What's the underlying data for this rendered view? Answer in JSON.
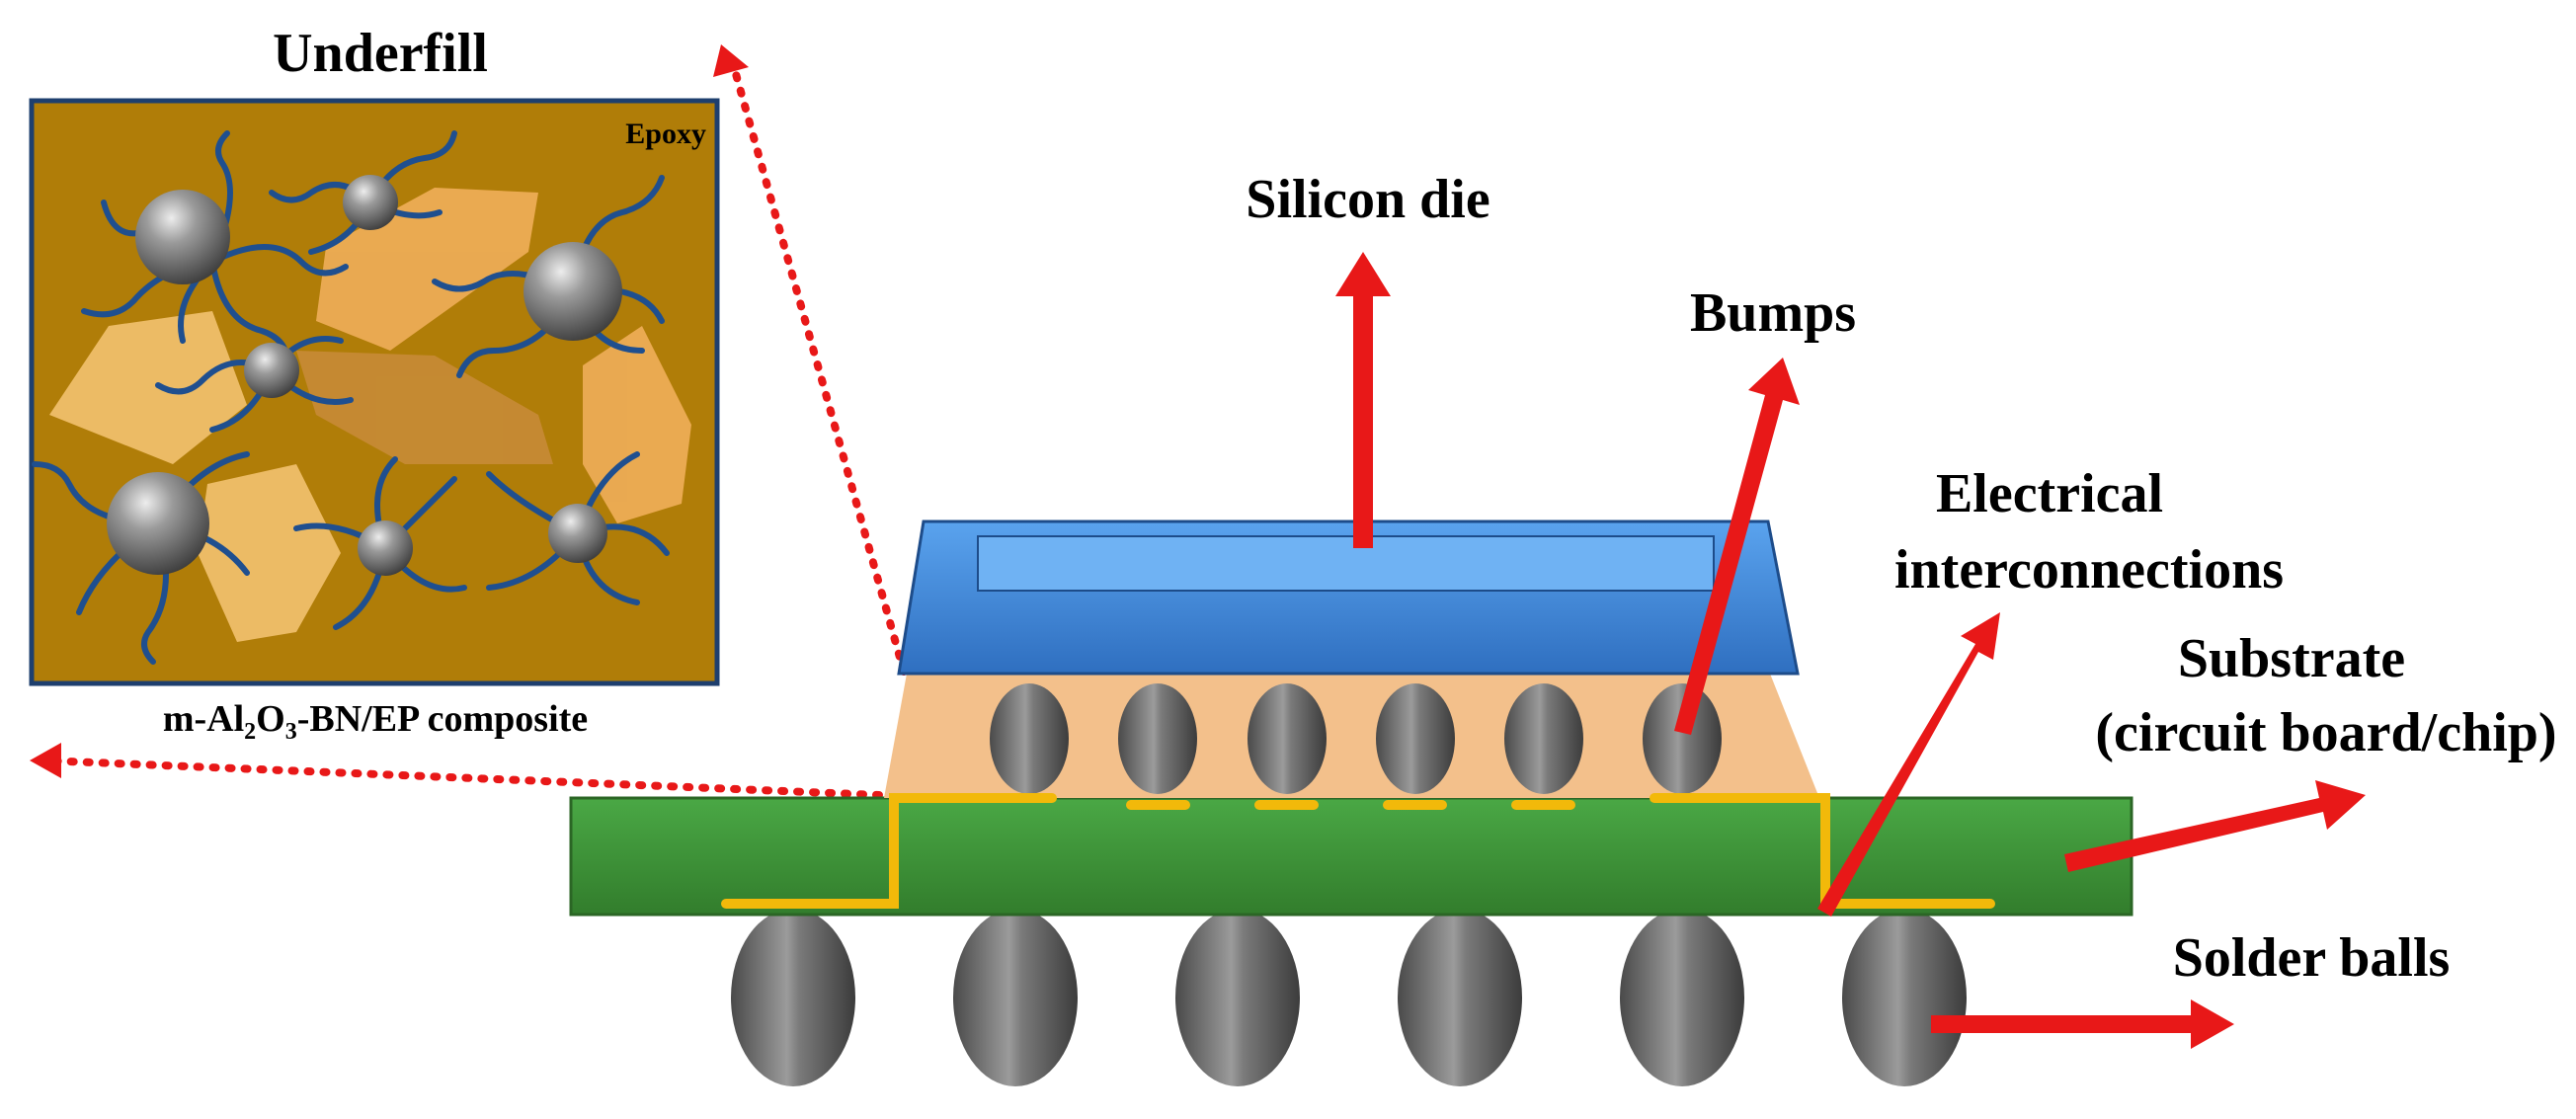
{
  "title": "Underfill",
  "inset": {
    "matrix_label": "Epoxy",
    "caption_parts": [
      "m-Al",
      "2",
      "O",
      "3",
      "-BN/EP composite"
    ]
  },
  "labels": {
    "silicon_die": "Silicon die",
    "bumps": "Bumps",
    "electrical_line1": "Electrical",
    "electrical_line2": "interconnections",
    "substrate_line1": "Substrate",
    "substrate_line2": "(circuit board/chip)",
    "solder_balls": "Solder balls"
  },
  "colors": {
    "epoxy": "#b07d08",
    "silicon_die": "#3f86d6",
    "underfill": "#f3c08b",
    "substrate": "#3f9a3a",
    "trace": "#f2b90a",
    "arrow": "#e81818",
    "ball": "#707070",
    "bn_flake": "#f7c676",
    "ligand": "#1f4f8f"
  }
}
